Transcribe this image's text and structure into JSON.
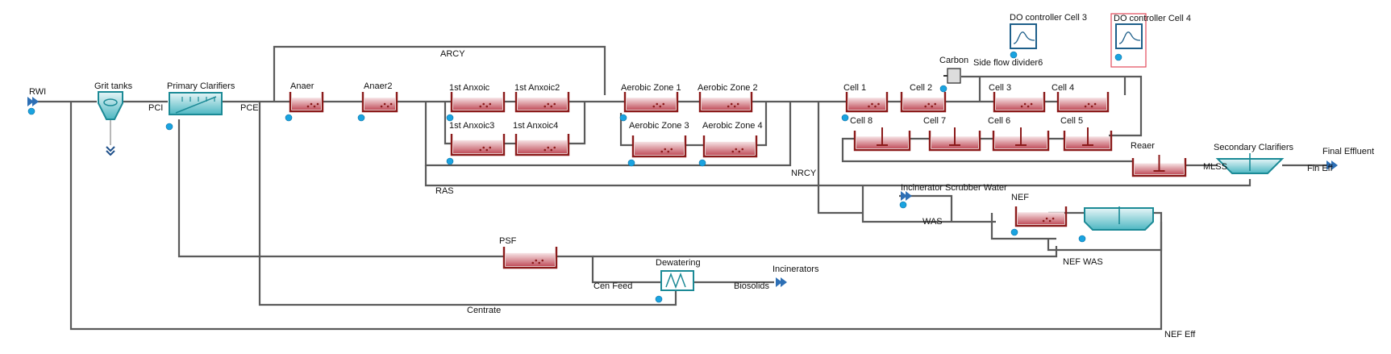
{
  "colors": {
    "pipe": "#5a5a5a",
    "tank_red": "#8b1a1a",
    "tank_fill": "#c9606a",
    "clarifier_teal": "#1b8a96",
    "status_blue": "#1aa3e0",
    "selection": "#e34a5a"
  },
  "labels": {
    "rwi": "RWI",
    "grit": "Grit tanks",
    "primary": "Primary Clarifiers",
    "pci": "PCI",
    "pce": "PCE",
    "arcy": "ARCY",
    "anaer": "Anaer",
    "anaer2": "Anaer2",
    "anx1": "1st Anxoic",
    "anx2": "1st Anxoic2",
    "anx3": "1st Anxoic3",
    "anx4": "1st Anxoic4",
    "aer1": "Aerobic Zone 1",
    "aer2": "Aerobic Zone 2",
    "aer3": "Aerobic Zone 3",
    "aer4": "Aerobic Zone 4",
    "nrcy": "NRCY",
    "ras": "RAS",
    "cell1": "Cell 1",
    "cell2": "Cell 2",
    "cell3": "Cell 3",
    "cell4": "Cell 4",
    "cell5": "Cell 5",
    "cell6": "Cell 6",
    "cell7": "Cell 7",
    "cell8": "Cell 8",
    "carbon": "Carbon",
    "sideflow": "Side flow divider6",
    "do3": "DO controller Cell 3",
    "do4": "DO controller Cell 4",
    "reaer": "Reaer",
    "secondary": "Secondary Clarifiers",
    "mlss": "MLSS",
    "fin_eff": "Fin Eff",
    "final_effluent": "Final Effluent",
    "incin_water": "Incinerator Scrubber Water",
    "nef": "NEF",
    "was": "WAS",
    "nef_was": "NEF WAS",
    "psf": "PSF",
    "dewatering": "Dewatering",
    "incinerators": "Incinerators",
    "cen_feed": "Cen Feed",
    "biosolids": "Biosolids",
    "centrate": "Centrate",
    "nef_eff": "NEF Eff"
  }
}
